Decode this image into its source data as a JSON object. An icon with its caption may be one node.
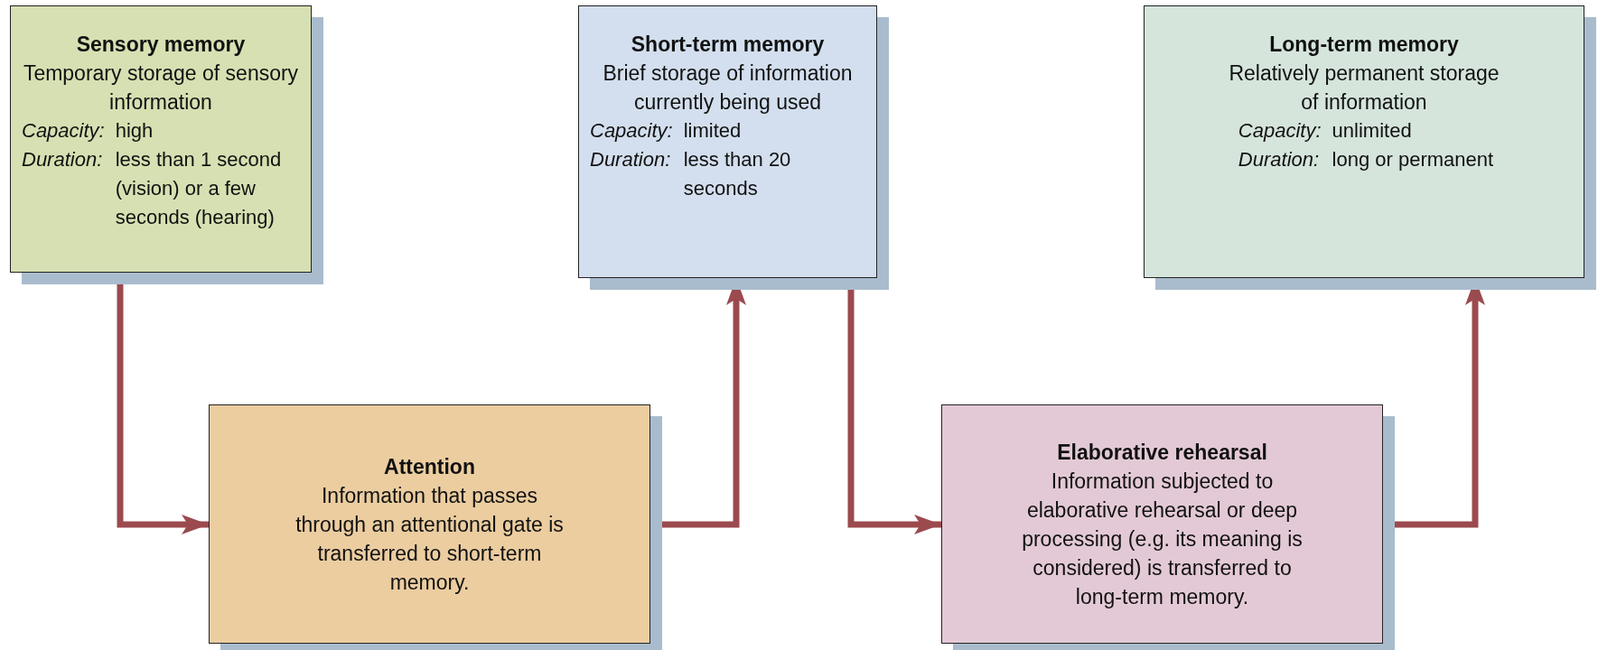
{
  "diagram": {
    "nodes": [
      {
        "text": [
          "Sensory memory",
          "Temporary storage of sensory information",
          "Capacity:",
          "high",
          "Duration:",
          "less than 1 second (vision) or a few seconds (hearing)"
        ]
      },
      {
        "text": [
          "Short-term memory",
          "Brief storage of information currently being used",
          "Capacity:",
          "limited",
          "Duration:",
          "less than 20 seconds"
        ]
      },
      {
        "text": [
          "Long-term memory",
          "Relatively permanent storage of information",
          "Capacity:",
          "unlimited",
          "Duration:",
          "long or permanent"
        ]
      },
      {
        "text": [
          "Attention",
          "Information that passes through an attentional gate is transferred to short-term memory."
        ]
      },
      {
        "text": [
          "Elaborative rehearsal",
          "Information subjected to elaborative rehearsal or deep processing (e.g. its meaning is considered) is transferred to long-term memory."
        ]
      }
    ],
    "edges": [
      {
        "from": 0,
        "to": 3,
        "arrow": "to"
      },
      {
        "from": 3,
        "to": 1,
        "arrow": "to"
      },
      {
        "from": 1,
        "to": 4,
        "arrow": "to"
      },
      {
        "from": 4,
        "to": 2,
        "arrow": "to"
      }
    ]
  }
}
